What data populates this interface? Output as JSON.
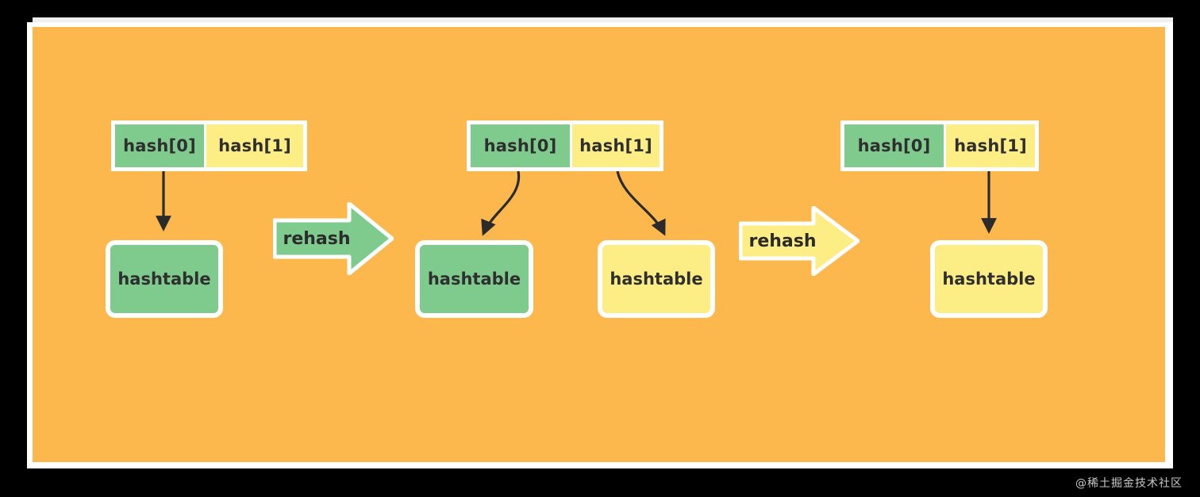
{
  "canvas": {
    "background_color": "#FDB84D",
    "frame_color": "#FFFFFF",
    "outer_color": "#000000"
  },
  "watermark": {
    "text": "@稀土掘金技术社区"
  },
  "labels": {
    "hash0": "hash[0]",
    "hash1": "hash[1]",
    "hashtable": "hashtable",
    "rehash": "rehash"
  },
  "colors": {
    "green": "#7FCB8E",
    "yellow": "#FCEE85",
    "text": "#2F2F2F",
    "arrow": "#2B2B2B",
    "border": "#FFFFFF"
  },
  "stages": [
    {
      "id": "stage-1",
      "hash_cells": [
        {
          "label": "hash[0]",
          "fill": "green",
          "has_table": true
        },
        {
          "label": "hash[1]",
          "fill": "yellow",
          "has_table": false
        }
      ],
      "tables": [
        {
          "label": "hashtable",
          "fill": "green",
          "from": "hash[0]",
          "connector": "straight"
        }
      ]
    },
    {
      "id": "stage-2",
      "hash_cells": [
        {
          "label": "hash[0]",
          "fill": "green",
          "has_table": true
        },
        {
          "label": "hash[1]",
          "fill": "yellow",
          "has_table": true
        }
      ],
      "tables": [
        {
          "label": "hashtable",
          "fill": "green",
          "from": "hash[0]",
          "connector": "curved"
        },
        {
          "label": "hashtable",
          "fill": "yellow",
          "from": "hash[1]",
          "connector": "curved"
        }
      ]
    },
    {
      "id": "stage-3",
      "hash_cells": [
        {
          "label": "hash[0]",
          "fill": "green",
          "has_table": false
        },
        {
          "label": "hash[1]",
          "fill": "yellow",
          "has_table": true
        }
      ],
      "tables": [
        {
          "label": "hashtable",
          "fill": "yellow",
          "from": "hash[1]",
          "connector": "straight"
        }
      ]
    }
  ],
  "transitions": [
    {
      "id": "rehash-1",
      "label": "rehash",
      "fill": "green"
    },
    {
      "id": "rehash-2",
      "label": "rehash",
      "fill": "yellow"
    }
  ]
}
